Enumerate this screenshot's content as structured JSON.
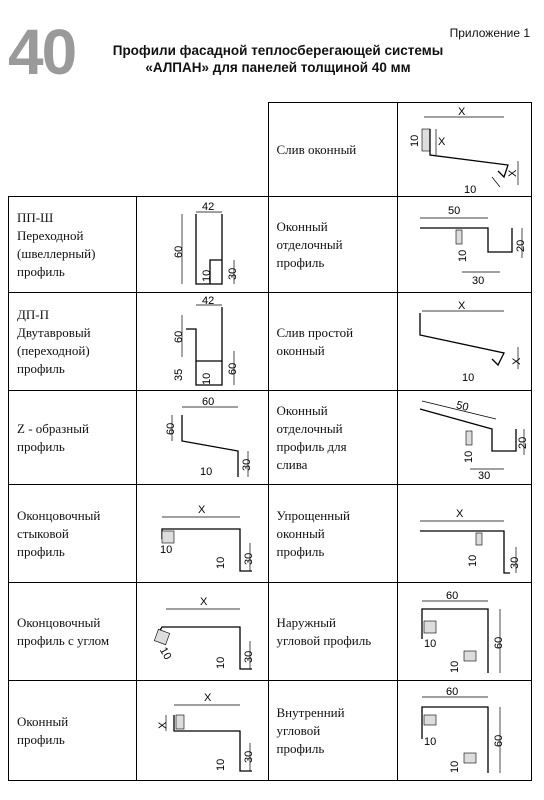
{
  "header": {
    "appendix": "Приложение 1",
    "number": "40",
    "title_line1": "Профили фасадной теплосберегающей системы",
    "title_line2": "«АЛПАН» для панелей толщиной 40 мм"
  },
  "left": [
    {
      "name": [
        "ПП-Ш",
        "Переходной",
        "(швеллерный)",
        "профиль"
      ],
      "dims": [
        "42",
        "60",
        "10",
        "30"
      ]
    },
    {
      "name": [
        "ДП-П",
        "Двутавровый",
        "(переходной)",
        "профиль"
      ],
      "dims": [
        "42",
        "60",
        "35",
        "10",
        "60"
      ]
    },
    {
      "name": [
        "Z - образный",
        "профиль"
      ],
      "dims": [
        "60",
        "60",
        "10",
        "30"
      ]
    },
    {
      "name": [
        "Оконцовочный",
        "стыковой",
        "профиль"
      ],
      "dims": [
        "X",
        "10",
        "10",
        "30"
      ]
    },
    {
      "name": [
        "Оконцовочный",
        "профиль с углом"
      ],
      "dims": [
        "X",
        "10",
        "10",
        "30"
      ]
    },
    {
      "name": [
        "Оконный",
        "профиль"
      ],
      "dims": [
        "X",
        "X",
        "10",
        "30"
      ]
    }
  ],
  "right": [
    {
      "name": [
        "Слив оконный"
      ],
      "dims": [
        "X",
        "10",
        "X",
        "X",
        "10"
      ]
    },
    {
      "name": [
        "Оконный",
        "отделочный",
        "профиль"
      ],
      "dims": [
        "50",
        "20",
        "10",
        "30"
      ]
    },
    {
      "name": [
        "Слив простой",
        "оконный"
      ],
      "dims": [
        "X",
        "X",
        "10"
      ]
    },
    {
      "name": [
        "Оконный",
        "отделочный",
        "профиль для",
        "слива"
      ],
      "dims": [
        "50",
        "20",
        "10",
        "30"
      ]
    },
    {
      "name": [
        "Упрощенный",
        "оконный",
        "профиль"
      ],
      "dims": [
        "X",
        "10",
        "30"
      ]
    },
    {
      "name": [
        "Наружный",
        "угловой профиль"
      ],
      "dims": [
        "60",
        "10",
        "60",
        "10"
      ]
    },
    {
      "name": [
        "Внутренний",
        "угловой",
        "профиль"
      ],
      "dims": [
        "60",
        "10",
        "60",
        "10"
      ]
    }
  ]
}
